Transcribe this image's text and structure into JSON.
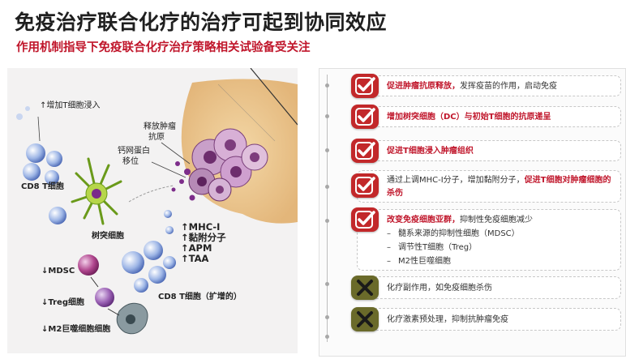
{
  "title": "免疫治疗联合化疗的治疗可起到协同效应",
  "subtitle": "作用机制指导下免疫联合化疗治疗策略相关试验备受关注",
  "illustration": {
    "t_infiltration": "↑增加T细胞浸入",
    "release_antigen_1": "释放肿瘤",
    "release_antigen_2": "抗原",
    "calreticulin_1": "钙网蛋白",
    "calreticulin_2": "移位",
    "cd8_t": "CD8 T细胞",
    "dendritic": "树突细胞",
    "mhc": "↑MHC-I",
    "adhesion": "↑黏附分子",
    "apm": "↑APM",
    "taa": "↑TAA",
    "mdsc": "↓MDSC",
    "treg": "↓Treg细胞",
    "m2": "↓M2巨噬细胞细胞",
    "cd8_expanded": "CD8 T细胞（扩增的）"
  },
  "items": [
    {
      "icon": "check",
      "bold": "促进肿瘤抗原释放，",
      "text": "发挥疫苗的作用，启动免疫"
    },
    {
      "icon": "check",
      "bold": "增加树突细胞（DC）与初始T细胞的抗原递呈",
      "text": ""
    },
    {
      "icon": "check",
      "bold": "促进T细胞浸入肿瘤组织",
      "text": ""
    },
    {
      "icon": "check",
      "pre": "通过上调MHC-I分子，增加黏附分子，",
      "bold": "促进T细胞对肿瘤细胞的杀伤"
    },
    {
      "icon": "check",
      "bold": "改变免疫细胞亚群，",
      "text": "抑制性免疫细胞减少",
      "subs": [
        "髓系来源的抑制性细胞（MDSC）",
        "调节性T细胞（Treg）",
        "M2性巨噬细胞"
      ]
    },
    {
      "icon": "cross",
      "text": "化疗副作用，如免疫细胞杀伤"
    },
    {
      "icon": "cross",
      "text": "化疗激素预处理，抑制抗肿瘤免疫"
    }
  ],
  "colors": {
    "accent": "#c0162b",
    "check_bg": "#c2282a",
    "cross_bg": "#6a6a2a"
  }
}
